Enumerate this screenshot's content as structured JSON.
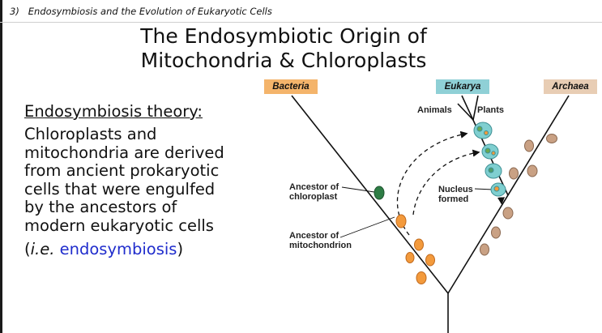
{
  "section_label": "3)   Endosymbiosis and the Evolution of Eukaryotic Cells",
  "title": {
    "line1": "The Endosymbiotic Origin of",
    "line2": "Mitochondria & Chloroplasts"
  },
  "theory": {
    "heading": "Endosymbiosis theory:",
    "body_lines": [
      "Chloroplasts and",
      "mitochondria are derived",
      "from ancient prokaryotic",
      "cells that were engulfed",
      "by the ancestors of",
      "modern eukaryotic cells"
    ],
    "example_open": "(",
    "example_ie": "i.e.",
    "example_term": "endosymbiosis",
    "example_close": ")"
  },
  "diagram": {
    "domains": {
      "bacteria": "Bacteria",
      "eukarya": "Eukarya",
      "archaea": "Archaea"
    },
    "labels": {
      "animals": "Animals",
      "plants": "Plants",
      "ancestor_chloroplast_1": "Ancestor of",
      "ancestor_chloroplast_2": "chloroplast",
      "nucleus_1": "Nucleus",
      "nucleus_2": "formed",
      "ancestor_mitochondrion_1": "Ancestor of",
      "ancestor_mitochondrion_2": "mitochondrion"
    },
    "colors": {
      "bacteria": "#f4b46b",
      "eukarya": "#8fd0d6",
      "archaea": "#e8cdb4",
      "mitochondrion": "#f39a3c",
      "chloroplast": "#2e7d45",
      "archaeal_cell": "#c9a184",
      "eukaryotic_cell": "#7fcfd0"
    }
  }
}
